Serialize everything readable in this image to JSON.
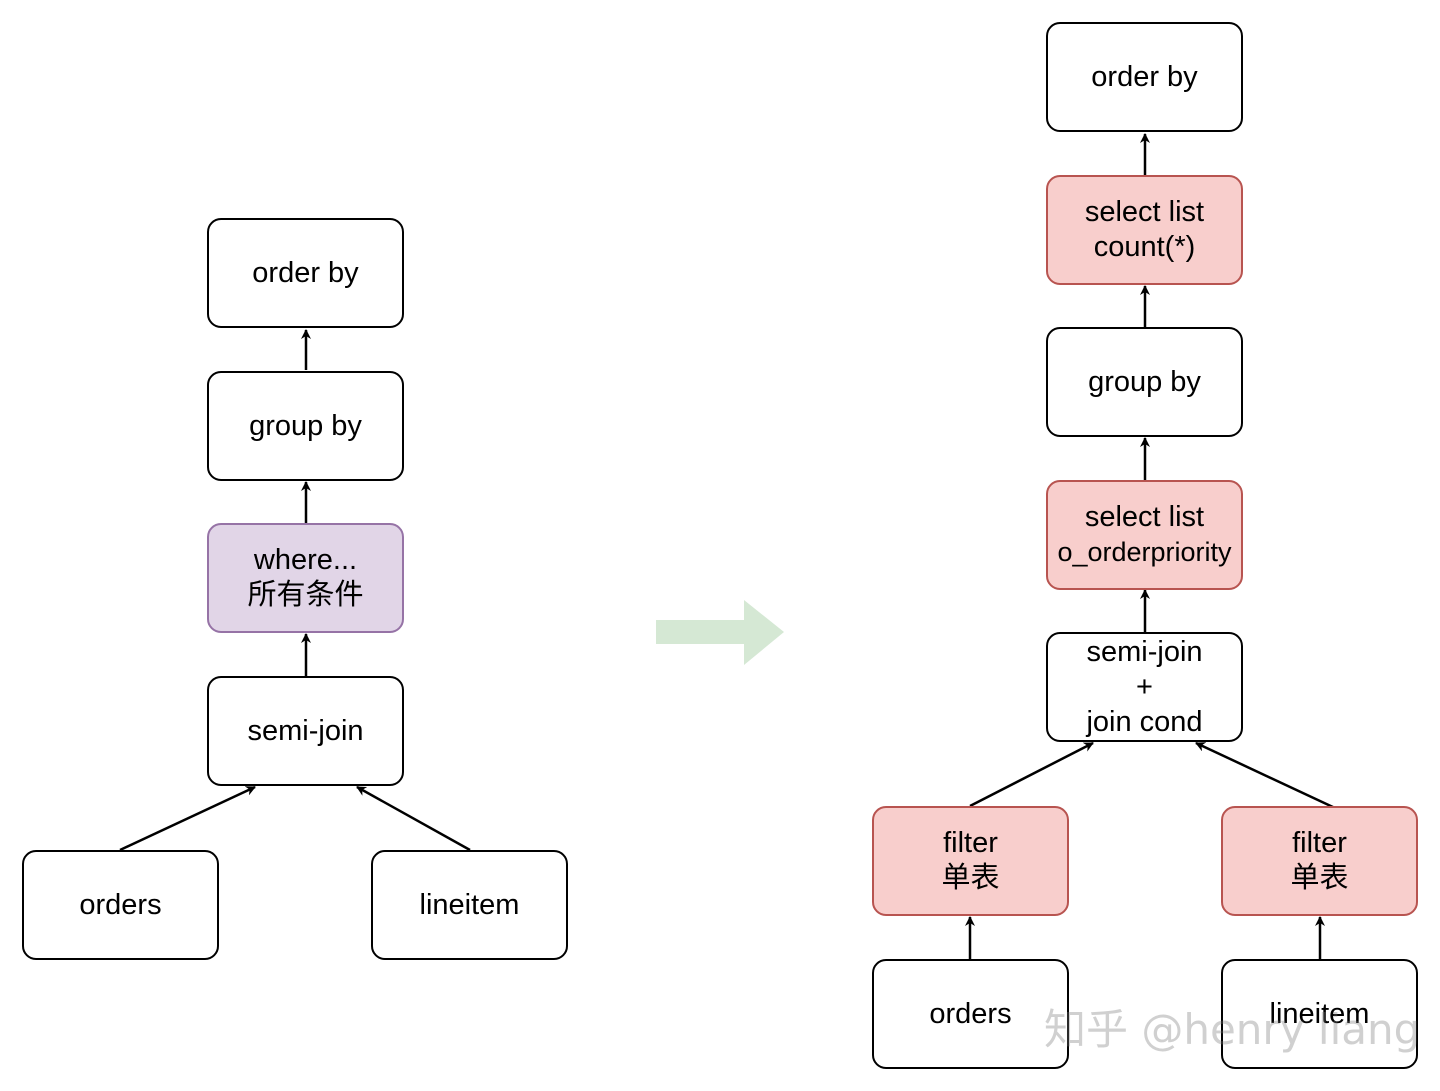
{
  "left": {
    "order_by": "order by",
    "group_by": "group by",
    "where": [
      "where...",
      "所有条件"
    ],
    "semi_join": "semi-join",
    "orders": "orders",
    "lineitem": "lineitem"
  },
  "right": {
    "order_by": "order by",
    "select_count": [
      "select list",
      "count(*)"
    ],
    "group_by": "group by",
    "select_priority": [
      "select list",
      "o_orderpriority"
    ],
    "semi_join": [
      "semi-join",
      "+",
      "join cond"
    ],
    "filter_left": [
      "filter",
      "单表"
    ],
    "filter_right": [
      "filter",
      "单表"
    ],
    "orders": "orders",
    "lineitem": "lineitem"
  },
  "watermark": "知乎 @henry liang",
  "colors": {
    "purple_fill": "#e1d5e7",
    "purple_stroke": "#9673a6",
    "red_fill": "#f8cecc",
    "red_stroke": "#b85450",
    "transform_arrow": "#d5e8d4"
  }
}
